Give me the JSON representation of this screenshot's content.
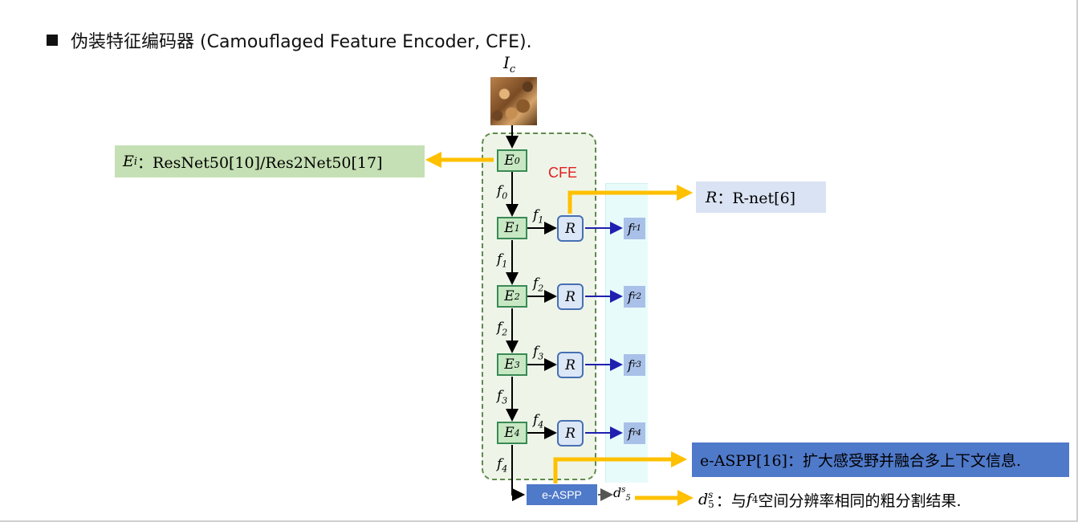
{
  "title": {
    "text": "伪装特征编码器 (Camouflaged Feature Encoder, CFE)."
  },
  "diagram": {
    "input_label": {
      "main": "I",
      "sub": "c"
    },
    "cfe_label": "CFE",
    "encoders": [
      {
        "main": "E",
        "sub": "0"
      },
      {
        "main": "E",
        "sub": "1"
      },
      {
        "main": "E",
        "sub": "2"
      },
      {
        "main": "E",
        "sub": "3"
      },
      {
        "main": "E",
        "sub": "4"
      }
    ],
    "vertical_features": [
      {
        "main": "f",
        "sub": "0"
      },
      {
        "main": "f",
        "sub": "1"
      },
      {
        "main": "f",
        "sub": "2"
      },
      {
        "main": "f",
        "sub": "3"
      },
      {
        "main": "f",
        "sub": "4"
      }
    ],
    "horizontal_features": [
      {
        "main": "f",
        "sub": "1"
      },
      {
        "main": "f",
        "sub": "2"
      },
      {
        "main": "f",
        "sub": "3"
      },
      {
        "main": "f",
        "sub": "4"
      }
    ],
    "r_node_label": "R",
    "refined_features": [
      {
        "main": "f",
        "sub": "1",
        "sup": "r"
      },
      {
        "main": "f",
        "sub": "2",
        "sup": "r"
      },
      {
        "main": "f",
        "sub": "3",
        "sup": "r"
      },
      {
        "main": "f",
        "sub": "4",
        "sup": "r"
      }
    ],
    "easpp_label": "e-ASPP",
    "d5_label": {
      "main": "d",
      "sub": "5",
      "sup": "s"
    }
  },
  "callouts": {
    "encoder": {
      "sym": "E",
      "sub": "i",
      "text": "：ResNet50[10]/Res2Net50[17]"
    },
    "rnet": {
      "sym": "R",
      "text": "：R-net[6]"
    },
    "easpp": {
      "text": "e-ASPP[16]：扩大感受野并融合多上下文信息."
    },
    "d5": {
      "sym": "d",
      "sub": "5",
      "sup": "s",
      "mid_pre": "：与",
      "f_sym": "f",
      "f_sub": "4",
      "text": "空间分辨率相同的粗分割结果."
    }
  },
  "colors": {
    "encoder_fill": "#c8e8c4",
    "encoder_border": "#3a8a55",
    "rnode_fill": "#dbe6f7",
    "rnode_border": "#4770b3",
    "feature_fill": "#a9c1e8",
    "easpp_fill": "#4f79c9",
    "callout_arrow": "#ffc000",
    "cfe_text": "#e02020",
    "blue_arrow": "#1f1fb0"
  }
}
